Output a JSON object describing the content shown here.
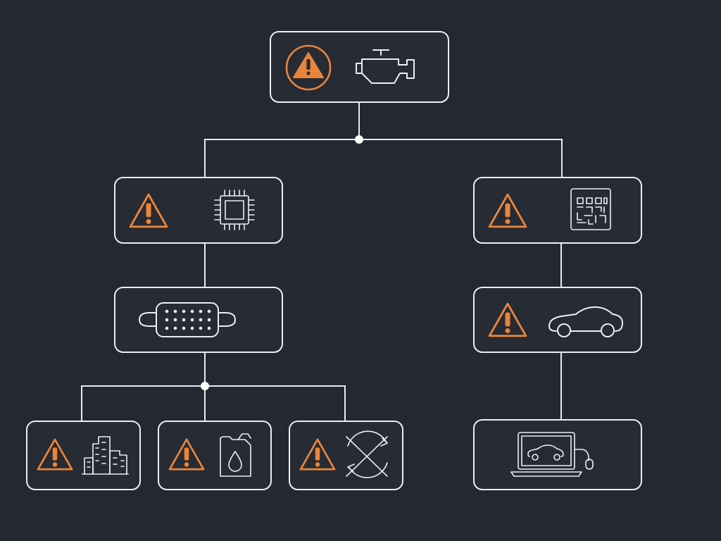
{
  "colors": {
    "background": "#232831",
    "node_border": "#eceff2",
    "connector": "#e9ecef",
    "warning_accent": "#e9853a"
  },
  "diagram": {
    "type": "fault-tree",
    "nodes": [
      {
        "id": "root",
        "icons": [
          "warning-circle-icon",
          "check-engine-icon"
        ]
      },
      {
        "id": "ecu",
        "icons": [
          "warning-icon",
          "microchip-icon"
        ]
      },
      {
        "id": "diagnostic-codes",
        "icons": [
          "warning-icon",
          "code-panel-icon"
        ]
      },
      {
        "id": "connector",
        "icons": [
          "obd-connector-icon"
        ]
      },
      {
        "id": "vehicle",
        "icons": [
          "warning-icon",
          "car-icon"
        ]
      },
      {
        "id": "urban",
        "icons": [
          "warning-icon",
          "buildings-icon"
        ]
      },
      {
        "id": "fluid",
        "icons": [
          "warning-icon",
          "fuel-canister-icon"
        ]
      },
      {
        "id": "cycle",
        "icons": [
          "warning-icon",
          "no-cycle-icon"
        ]
      },
      {
        "id": "scan-tool",
        "icons": [
          "laptop-diagnostics-icon"
        ]
      }
    ],
    "edges": [
      [
        "root",
        "ecu"
      ],
      [
        "root",
        "diagnostic-codes"
      ],
      [
        "ecu",
        "connector"
      ],
      [
        "diagnostic-codes",
        "vehicle"
      ],
      [
        "connector",
        "urban"
      ],
      [
        "connector",
        "fluid"
      ],
      [
        "connector",
        "cycle"
      ],
      [
        "vehicle",
        "scan-tool"
      ]
    ]
  }
}
